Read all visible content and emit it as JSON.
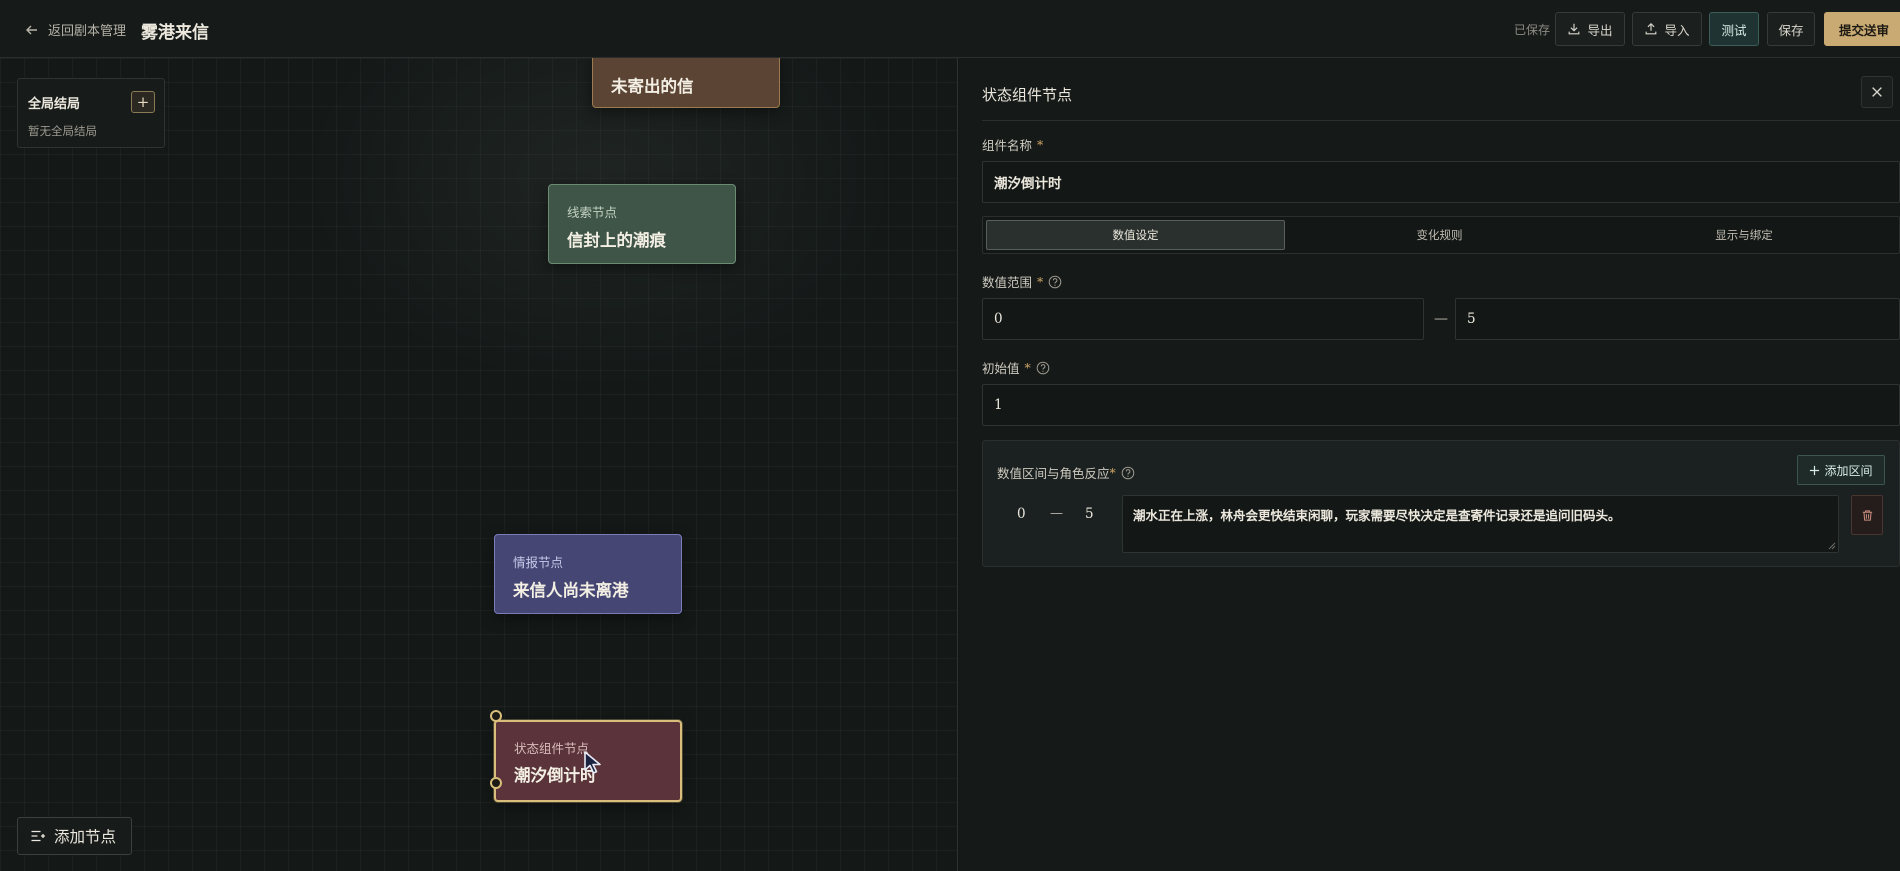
{
  "header": {
    "back_label": "返回剧本管理",
    "title": "雾港来信",
    "saved_status": "已保存",
    "export_label": "导出",
    "import_label": "导入",
    "test_label": "测试",
    "save_label": "保存",
    "submit_label": "提交送审"
  },
  "canvas": {
    "endings_panel": {
      "title": "全局结局",
      "add_label": "+",
      "empty_text": "暂无全局结局"
    },
    "nodes": [
      {
        "type": "",
        "name": "未寄出的信",
        "color": "#5b4433"
      },
      {
        "type": "线索节点",
        "name": "信封上的潮痕",
        "color": "#3e5547"
      },
      {
        "type": "情报节点",
        "name": "来信人尚未离港",
        "color": "#454673"
      },
      {
        "type": "状态组件节点",
        "name": "潮汐倒计时",
        "color": "#5a343a"
      }
    ],
    "add_node_label": "添加节点"
  },
  "panel": {
    "title": "状态组件节点",
    "name_label": "组件名称",
    "name_value": "潮汐倒计时",
    "tabs": [
      {
        "label": "数值设定",
        "active": true
      },
      {
        "label": "变化规则",
        "active": false
      },
      {
        "label": "显示与绑定",
        "active": false
      }
    ],
    "range_label": "数值范围",
    "range_min": "0",
    "range_dash": "—",
    "range_max": "5",
    "initial_label": "初始值",
    "initial_value": "1",
    "intervals": {
      "label": "数值区间与角色反应",
      "add_label": "添加区间",
      "items": [
        {
          "min": "0",
          "dash": "—",
          "max": "5",
          "reaction": "潮水正在上涨，林舟会更快结束闲聊，玩家需要尽快决定是查寄件记录还是追问旧码头。"
        }
      ]
    },
    "required_mark": "*"
  },
  "colors": {
    "accent": "#c9aa72",
    "test_button": "#1f3432",
    "selected_outline": "#d8be7a"
  },
  "icons": [
    "arrow-left-icon",
    "download-icon",
    "upload-icon",
    "help-icon",
    "close-icon",
    "plus-icon",
    "trash-icon",
    "add-node-icon",
    "cursor-icon"
  ]
}
